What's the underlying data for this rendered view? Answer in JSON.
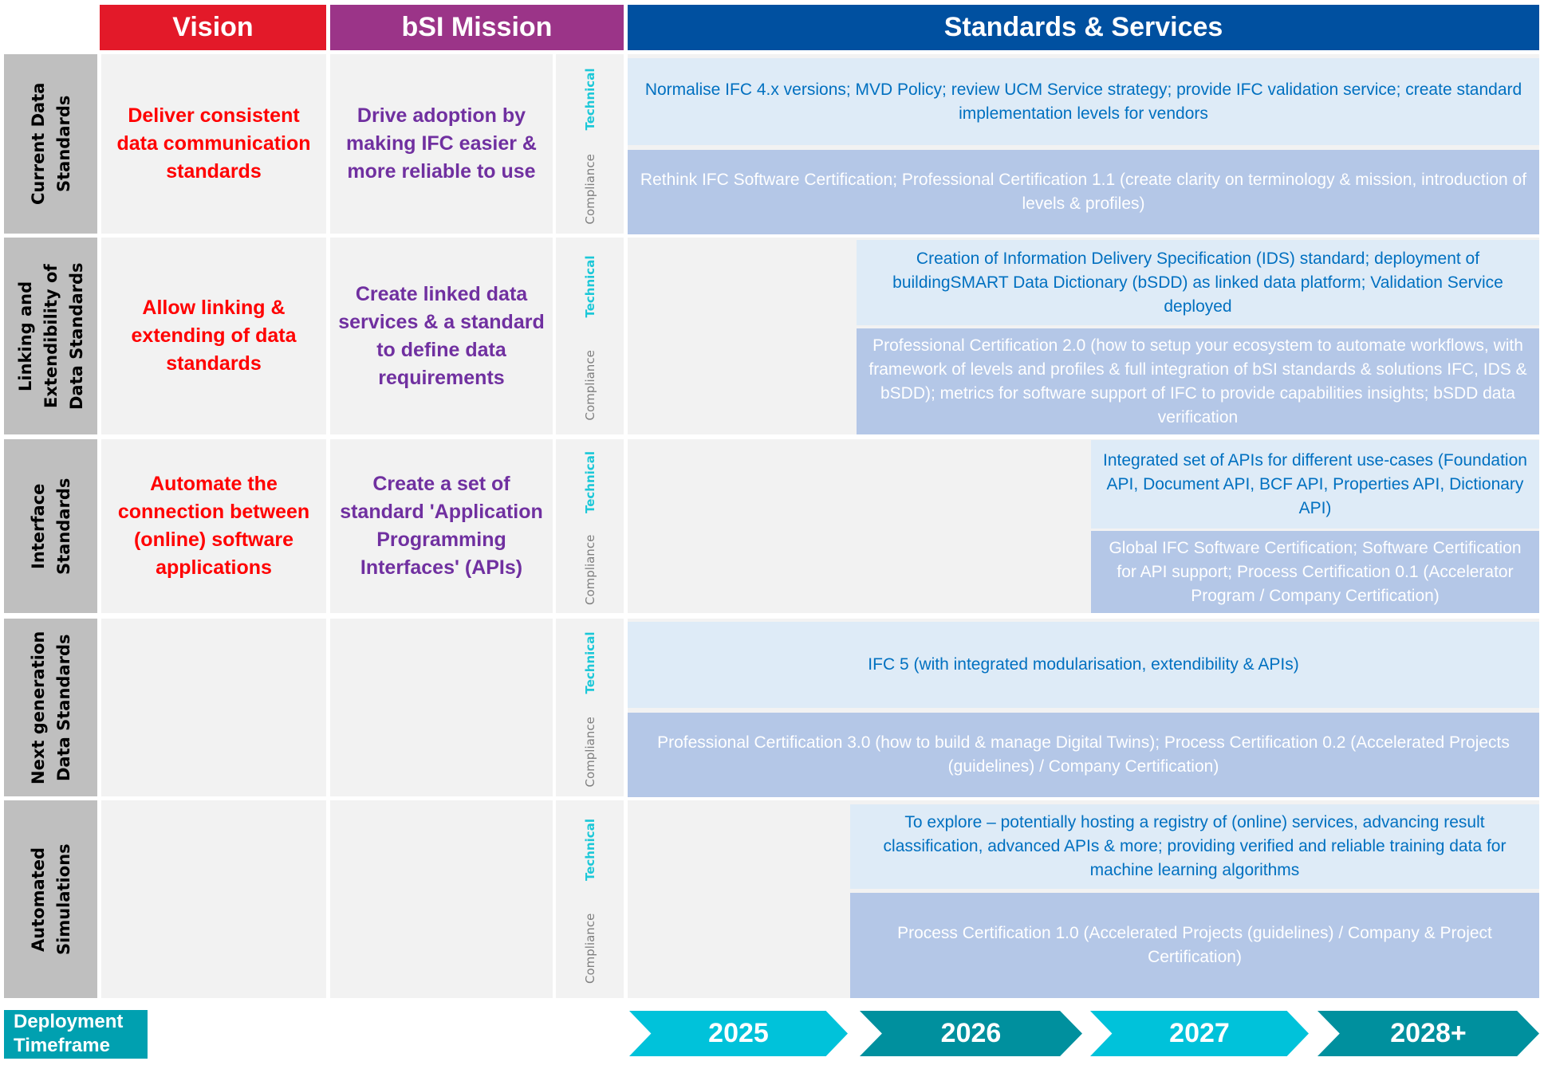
{
  "headers": {
    "vision": "Vision",
    "mission": "bSI Mission",
    "standards": "Standards & Services"
  },
  "sublabels": {
    "technical": "Technical",
    "compliance": "Compliance"
  },
  "rows": [
    {
      "label": "Current Data Standards",
      "vision": "Deliver consistent data communication standards",
      "mission": "Drive adoption by making IFC easier & more reliable to use",
      "technical": "Normalise IFC 4.x versions; MVD Policy; review UCM Service strategy; provide IFC validation service; create standard implementation levels for vendors",
      "compliance": "Rethink IFC Software Certification; Professional Certification 1.1 (create clarity on terminology & mission, introduction of levels & profiles)"
    },
    {
      "label": "Linking and Extendibility of Data Standards",
      "vision": "Allow linking & extending of data standards",
      "mission": "Create linked data services & a standard to define data requirements",
      "technical": "Creation of Information Delivery Specification (IDS) standard; deployment of buildingSMART Data Dictionary (bSDD) as linked data platform; Validation Service deployed",
      "compliance": "Professional Certification 2.0 (how to setup your ecosystem to automate workflows, with framework of levels and profiles & full integration of bSI standards & solutions IFC, IDS & bSDD); metrics for software support of IFC to provide capabilities insights; bSDD data verification"
    },
    {
      "label": "Interface Standards",
      "vision": "Automate the connection between (online) software applications",
      "mission": "Create a set of standard 'Application Programming Interfaces' (APIs)",
      "technical": "Integrated set of APIs for different use-cases (Foundation API, Document API, BCF API, Properties API, Dictionary API)",
      "compliance": "Global IFC Software Certification; Software Certification for API support; Process Certification 0.1 (Accelerator Program / Company Certification)"
    },
    {
      "label": "Next generation Data Standards",
      "vision": "",
      "mission": "",
      "technical": "IFC 5 (with integrated modularisation,  extendibility & APIs)",
      "compliance": "Professional Certification 3.0 (how to build & manage Digital Twins); Process Certification 0.2 (Accelerated Projects (guidelines) / Company Certification)"
    },
    {
      "label": "Automated Simulations",
      "vision": "",
      "mission": "",
      "technical": "To explore – potentially hosting a registry of (online) services, advancing result classification, advanced APIs & more; providing verified and reliable training data for machine learning algorithms",
      "compliance": "Process Certification 1.0 (Accelerated Projects (guidelines) / Company & Project Certification)"
    }
  ],
  "footer": {
    "label": "Deployment Timeframe",
    "years": [
      "2025",
      "2026",
      "2027",
      "2028+"
    ]
  },
  "colors": {
    "vision": "#e31929",
    "mission": "#9b3488",
    "standards": "#0050a0",
    "year_light": "#00c2da",
    "year_dark": "#00909e"
  }
}
